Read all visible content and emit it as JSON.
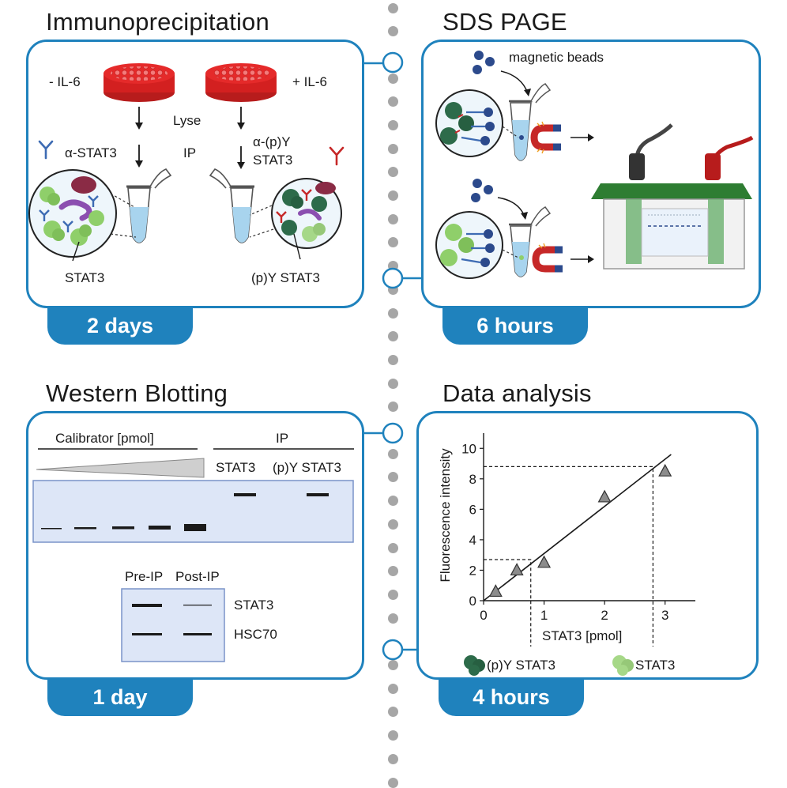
{
  "panels": {
    "ip": {
      "title": "Immunoprecipitation",
      "duration": "2 days",
      "minus_il6": "- IL-6",
      "plus_il6": "+ IL-6",
      "lyse": "Lyse",
      "ip": "IP",
      "anti_stat3": "α-STAT3",
      "anti_pystat3_line1": "α-(p)Y",
      "anti_pystat3_line2": "STAT3",
      "stat3": "STAT3",
      "pystat3": "(p)Y STAT3"
    },
    "sds": {
      "title": "SDS PAGE",
      "duration": "6 hours",
      "beads": "magnetic beads"
    },
    "wb": {
      "title": "Western Blotting",
      "duration": "1 day",
      "calibrator": "Calibrator [pmol]",
      "ip_header": "IP",
      "lane_stat3": "STAT3",
      "lane_pystat3": "(p)Y STAT3",
      "pre_ip": "Pre-IP",
      "post_ip": "Post-IP",
      "band_stat3": "STAT3",
      "band_hsc70": "HSC70"
    },
    "analysis": {
      "title": "Data analysis",
      "duration": "4 hours",
      "legend_pystat3": "(p)Y STAT3",
      "legend_stat3": "STAT3"
    }
  },
  "chart_data": {
    "type": "scatter",
    "xlabel": "STAT3 [pmol]",
    "ylabel": "Fluorescence  intensity",
    "xlim": [
      0,
      3.5
    ],
    "ylim": [
      0,
      11
    ],
    "xticks": [
      0,
      1,
      2,
      3
    ],
    "yticks": [
      0,
      2,
      4,
      6,
      8,
      10
    ],
    "x": [
      0.2,
      0.55,
      1.0,
      2.0,
      3.0
    ],
    "y": [
      0.6,
      2.0,
      2.5,
      6.8,
      8.5
    ],
    "fit_line": {
      "x": [
        0.0,
        3.1
      ],
      "y": [
        0.0,
        9.6
      ]
    },
    "readouts": [
      {
        "x": 0.78,
        "y": 2.7
      },
      {
        "x": 2.8,
        "y": 8.8
      }
    ],
    "grid": false
  },
  "colors": {
    "accent": "#1f82bd",
    "dish_red": "#e52a2a",
    "stat3_green": "#8fcf6a",
    "pystat3_green": "#2d6b4a",
    "bead_blue": "#2c4a8c",
    "magnet_red": "#c62828",
    "gel_green": "#2e7d32",
    "membrane_fill": "#dde6f7",
    "membrane_border": "#7a93c9"
  },
  "timeline_dot_count": 34
}
